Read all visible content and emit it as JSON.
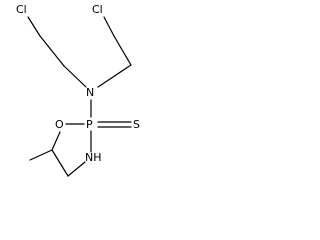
{
  "molecule": {
    "atoms": {
      "cl_left": "Cl",
      "cl_right": "Cl",
      "n_amine": "N",
      "o_ring": "O",
      "p_center": "P",
      "s_thione": "S",
      "nh_ring": "NH"
    }
  },
  "colors": {
    "bond": "#000000",
    "label": "#000000",
    "background": "#ffffff"
  }
}
